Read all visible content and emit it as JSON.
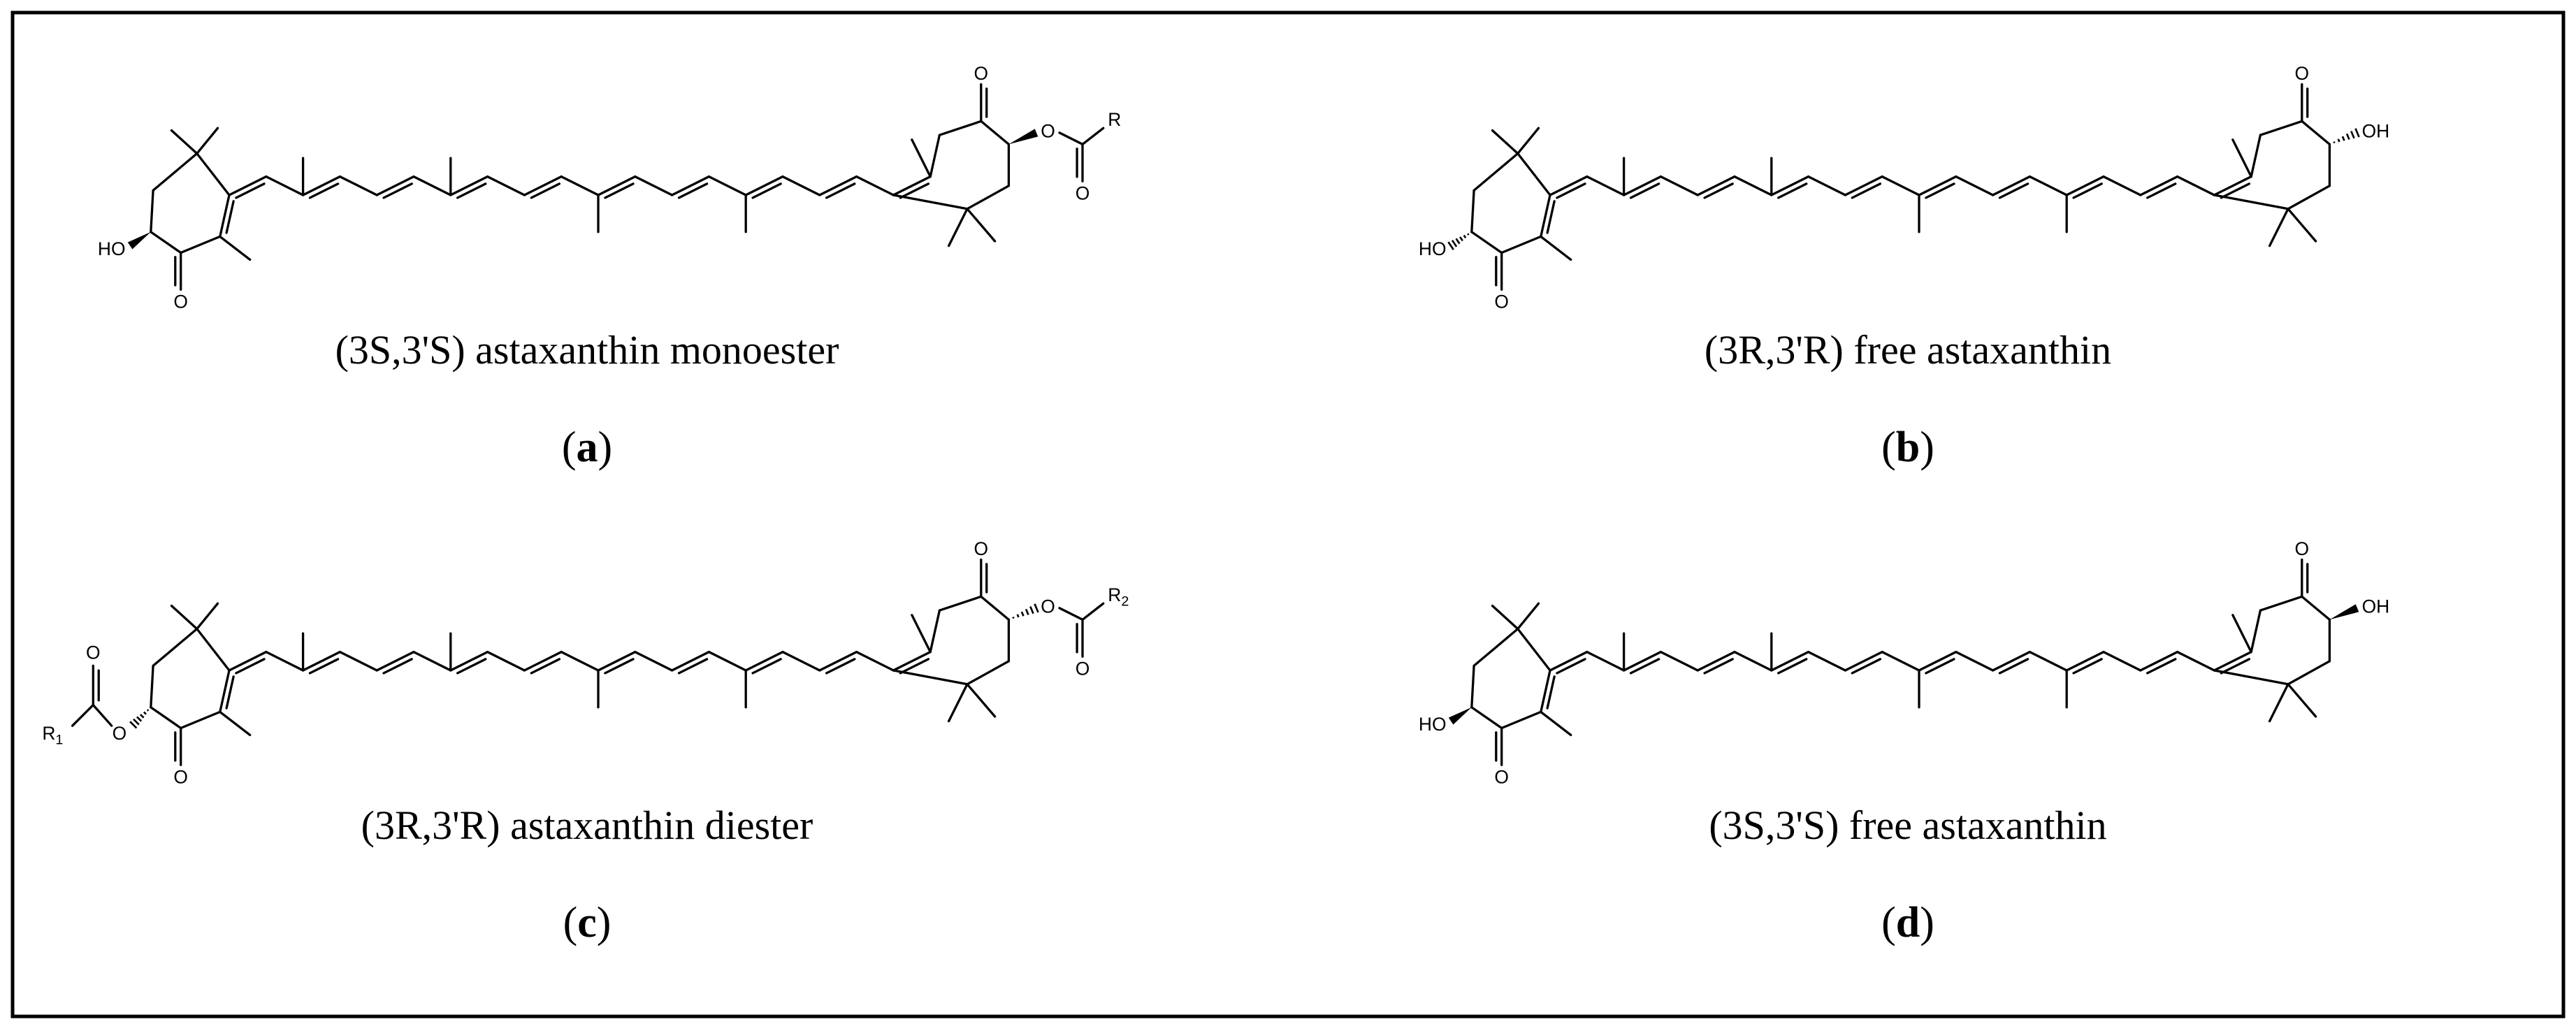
{
  "panels": [
    {
      "id": "a",
      "caption": "(3S,3'S) astaxanthin monoester",
      "letter": "a",
      "left_substituent": "HO",
      "left_stereo": "wedge",
      "right_type": "ester",
      "right_group": "R",
      "right_group_sub": "",
      "right_stereo": "wedge"
    },
    {
      "id": "b",
      "caption": "(3R,3'R) free astaxanthin",
      "letter": "b",
      "left_substituent": "HO",
      "left_stereo": "hash",
      "right_type": "hydroxyl",
      "right_group": "OH",
      "right_group_sub": "",
      "right_stereo": "hash"
    },
    {
      "id": "c",
      "caption": "(3R,3'R) astaxanthin diester",
      "letter": "c",
      "left_substituent": "ester",
      "left_ester_group": "R",
      "left_ester_sub": "1",
      "left_stereo": "hash",
      "right_type": "ester",
      "right_group": "R",
      "right_group_sub": "2",
      "right_stereo": "hash"
    },
    {
      "id": "d",
      "caption": "(3S,3'S) free astaxanthin",
      "letter": "d",
      "left_substituent": "HO",
      "left_stereo": "wedge",
      "right_type": "hydroxyl",
      "right_group": "OH",
      "right_group_sub": "",
      "right_stereo": "wedge"
    }
  ],
  "atoms": {
    "carbonyl_oxygen": "O",
    "ester_oxygen": "O"
  }
}
